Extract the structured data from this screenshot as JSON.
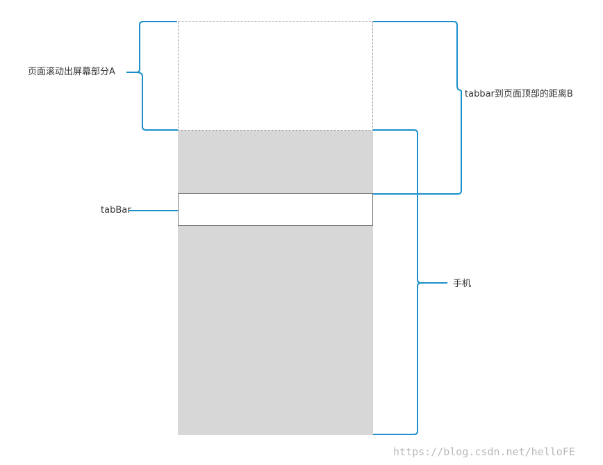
{
  "labels": {
    "scrolled_out": "页面滚动出屏幕部分A",
    "tabbar_distance": "tabbar到页面顶部的距离B",
    "tabbar": "tabBar",
    "phone": "手机"
  },
  "watermark": "https://blog.csdn.net/helloFE",
  "colors": {
    "bracket": "#1a8fc9",
    "phone_fill": "#d7d7d7",
    "tabbar_fill": "#ffffff",
    "border": "#777777",
    "text": "#333333"
  }
}
